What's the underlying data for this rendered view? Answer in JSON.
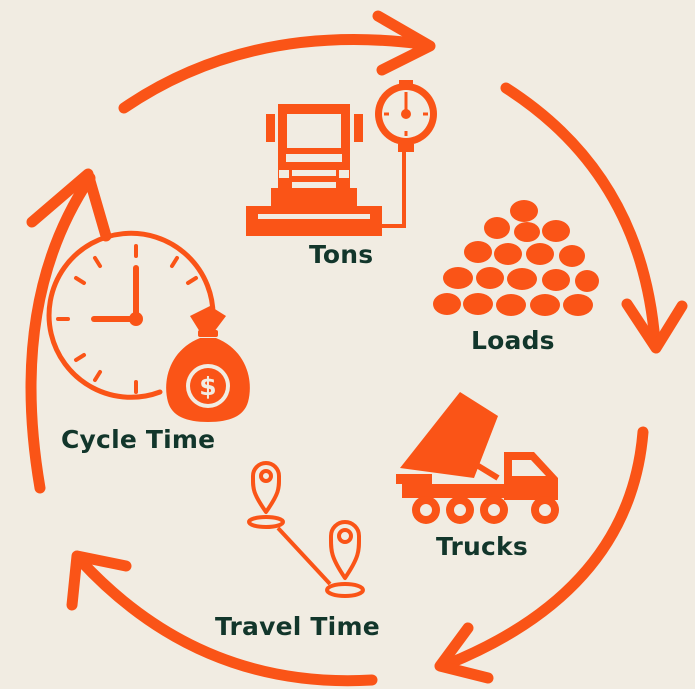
{
  "colors": {
    "background": "#f1ece2",
    "accent": "#fa5417",
    "label_text": "#12362b"
  },
  "labels": {
    "tons": "Tons",
    "loads": "Loads",
    "trucks": "Trucks",
    "travel_time": "Travel Time",
    "cycle_time": "Cycle Time"
  },
  "icons": {
    "tons": "truck-on-scale-icon",
    "loads": "rock-pile-icon",
    "trucks": "dump-truck-icon",
    "travel_time": "route-pins-icon",
    "cycle_time": "clock-money-bag-icon"
  },
  "money_symbol": "$"
}
